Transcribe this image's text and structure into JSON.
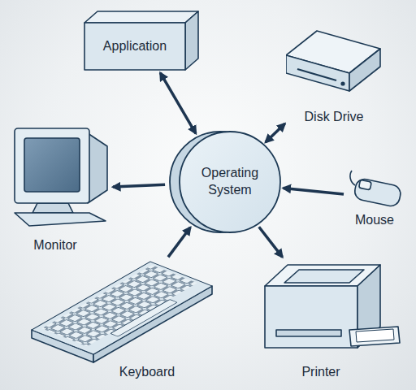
{
  "diagram": {
    "nodes": [
      {
        "text": [
          "Application"
        ]
      },
      {
        "text": [
          "Disk Drive"
        ]
      },
      {
        "text": [
          "Operating System"
        ]
      },
      {
        "text": [
          "Monitor"
        ]
      },
      {
        "text": [
          "Mouse"
        ]
      },
      {
        "text": [
          "Keyboard"
        ]
      },
      {
        "text": [
          "Printer"
        ]
      }
    ],
    "edges": [
      {
        "from": 0,
        "to": 2,
        "arrow": "both"
      },
      {
        "from": 1,
        "to": 2,
        "arrow": "both"
      },
      {
        "from": 2,
        "to": 3,
        "arrow": "to"
      },
      {
        "from": 4,
        "to": 2,
        "arrow": "to"
      },
      {
        "from": 5,
        "to": 2,
        "arrow": "to"
      },
      {
        "from": 2,
        "to": 6,
        "arrow": "to"
      }
    ]
  }
}
